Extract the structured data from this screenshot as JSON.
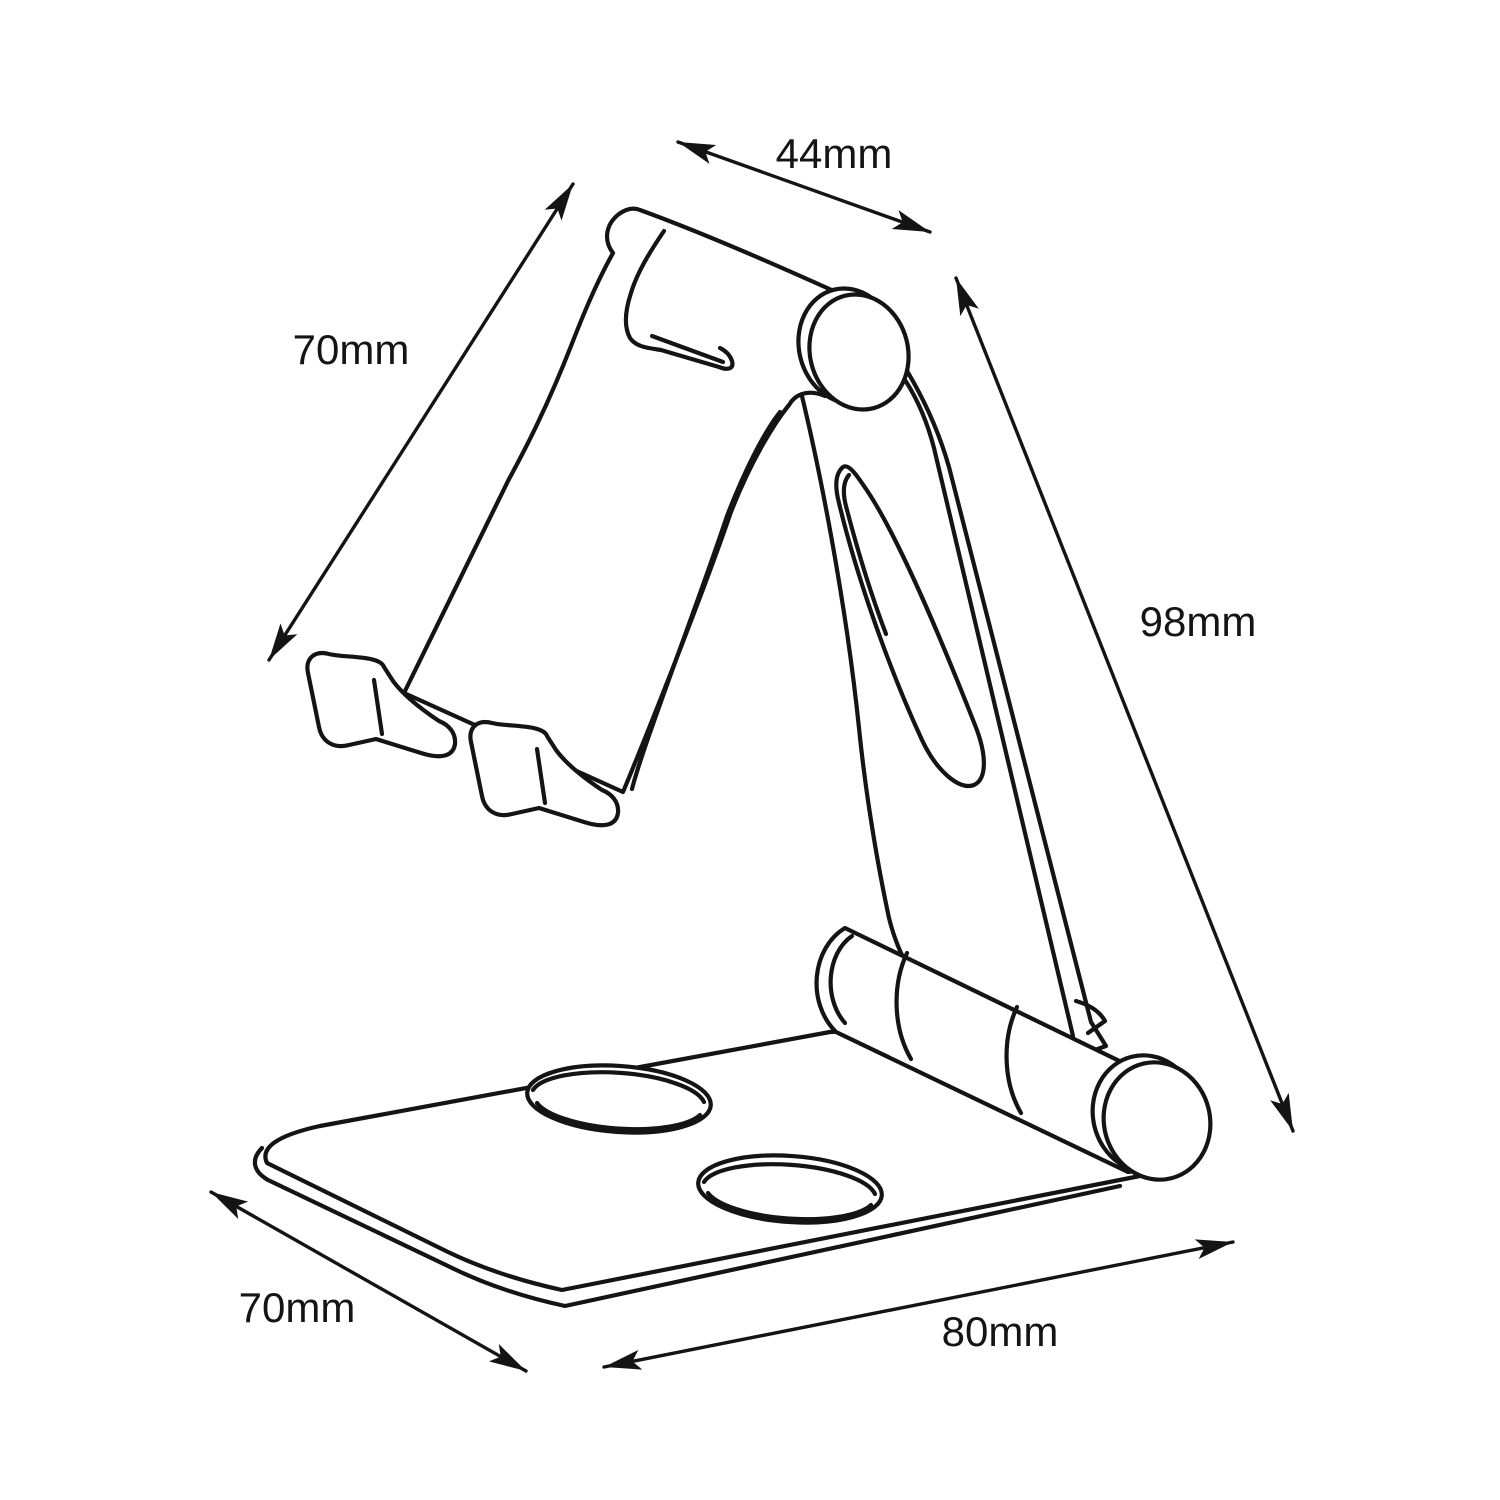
{
  "diagram": {
    "subject": "Foldable phone stand — dimensioned technical line drawing",
    "background": "#ffffff",
    "line_color": "#141414",
    "dimensions": {
      "hinge_width": "44mm",
      "front_arm_length": "70mm",
      "rear_leg_height": "98mm",
      "base_depth": "70mm",
      "base_width": "80mm"
    }
  }
}
